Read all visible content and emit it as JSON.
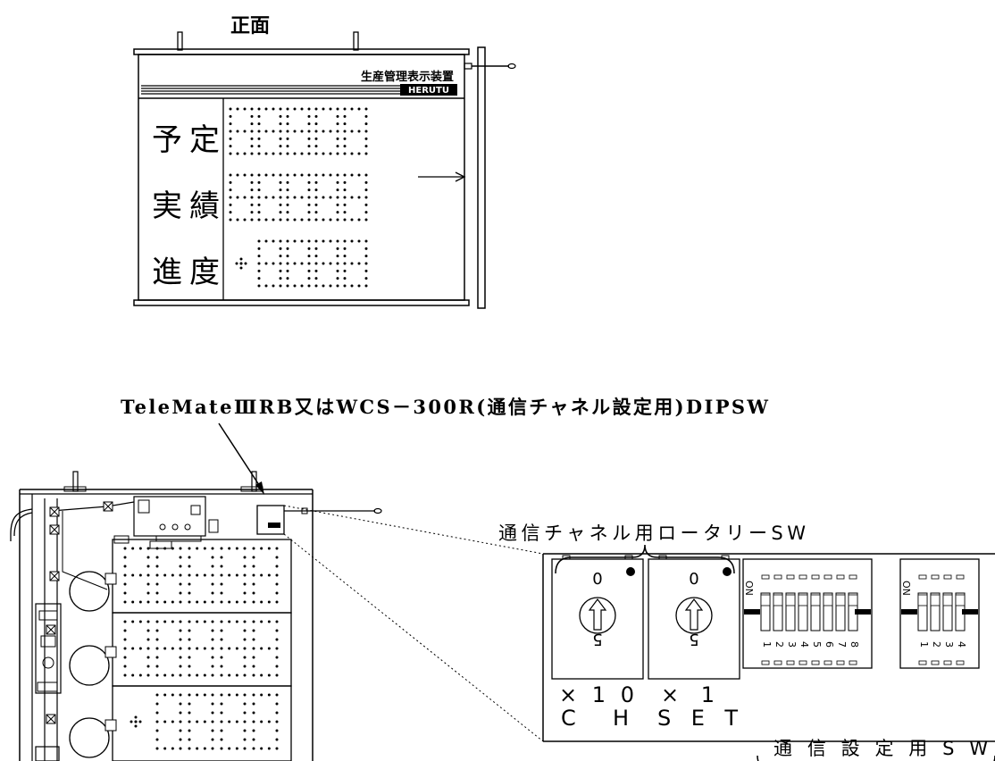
{
  "front_view": {
    "title": "正面",
    "panel_title": "生産管理表示装置",
    "brand": "HERUTU",
    "rows": [
      {
        "label": "予定",
        "digits": "88888"
      },
      {
        "label": "実績",
        "digits": "88888"
      },
      {
        "label": "進度",
        "digits": "+8888"
      }
    ]
  },
  "callout": {
    "label": "TeleMateⅢRB又はWCS－300R(通信チャネル設定用)DIPSW"
  },
  "detail": {
    "rotary_label": "通信チャネル用ロータリーSW",
    "comm_label": "通信設定用SW",
    "rotary_switches": [
      {
        "top_mark": "0",
        "bottom_mark": "5",
        "multiplier": "×10"
      },
      {
        "top_mark": "0",
        "bottom_mark": "5",
        "multiplier": "×1"
      }
    ],
    "bottom_labels": [
      "CH",
      "SET"
    ],
    "dip_on": "ON",
    "dip_a_numbers": [
      "1",
      "2",
      "3",
      "4",
      "5",
      "6",
      "7",
      "8"
    ],
    "dip_b_numbers": [
      "1",
      "2",
      "3",
      "4"
    ]
  },
  "colors": {
    "line": "#000000",
    "background": "#ffffff"
  }
}
